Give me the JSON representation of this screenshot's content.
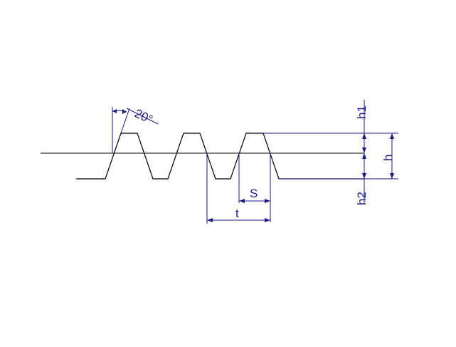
{
  "labels": {
    "angle": "20°",
    "h1": "h1",
    "h": "h",
    "h2": "h2",
    "s": "S",
    "t": "t"
  },
  "colors": {
    "profile": "#000000",
    "dimension": "#1a1a8c",
    "background": "#ffffff"
  }
}
